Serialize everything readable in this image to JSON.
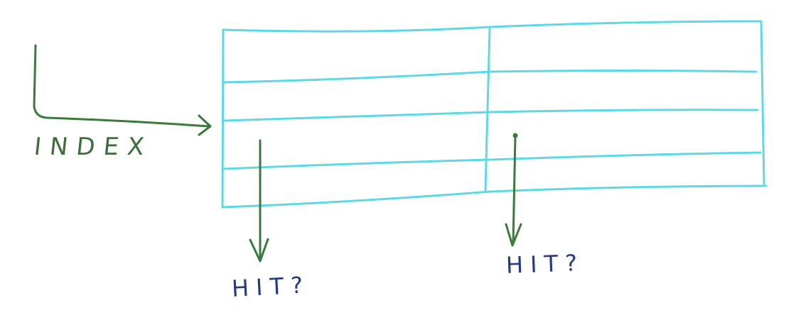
{
  "colors": {
    "table": "#5fd8e6",
    "arrow": "#3a7a3a",
    "index_text": "#3d6f3d",
    "hit_text": "#243a86",
    "background": "#ffffff"
  },
  "labels": {
    "index": "INDEX",
    "hit_left": "HIT?",
    "hit_right": "HIT?"
  }
}
